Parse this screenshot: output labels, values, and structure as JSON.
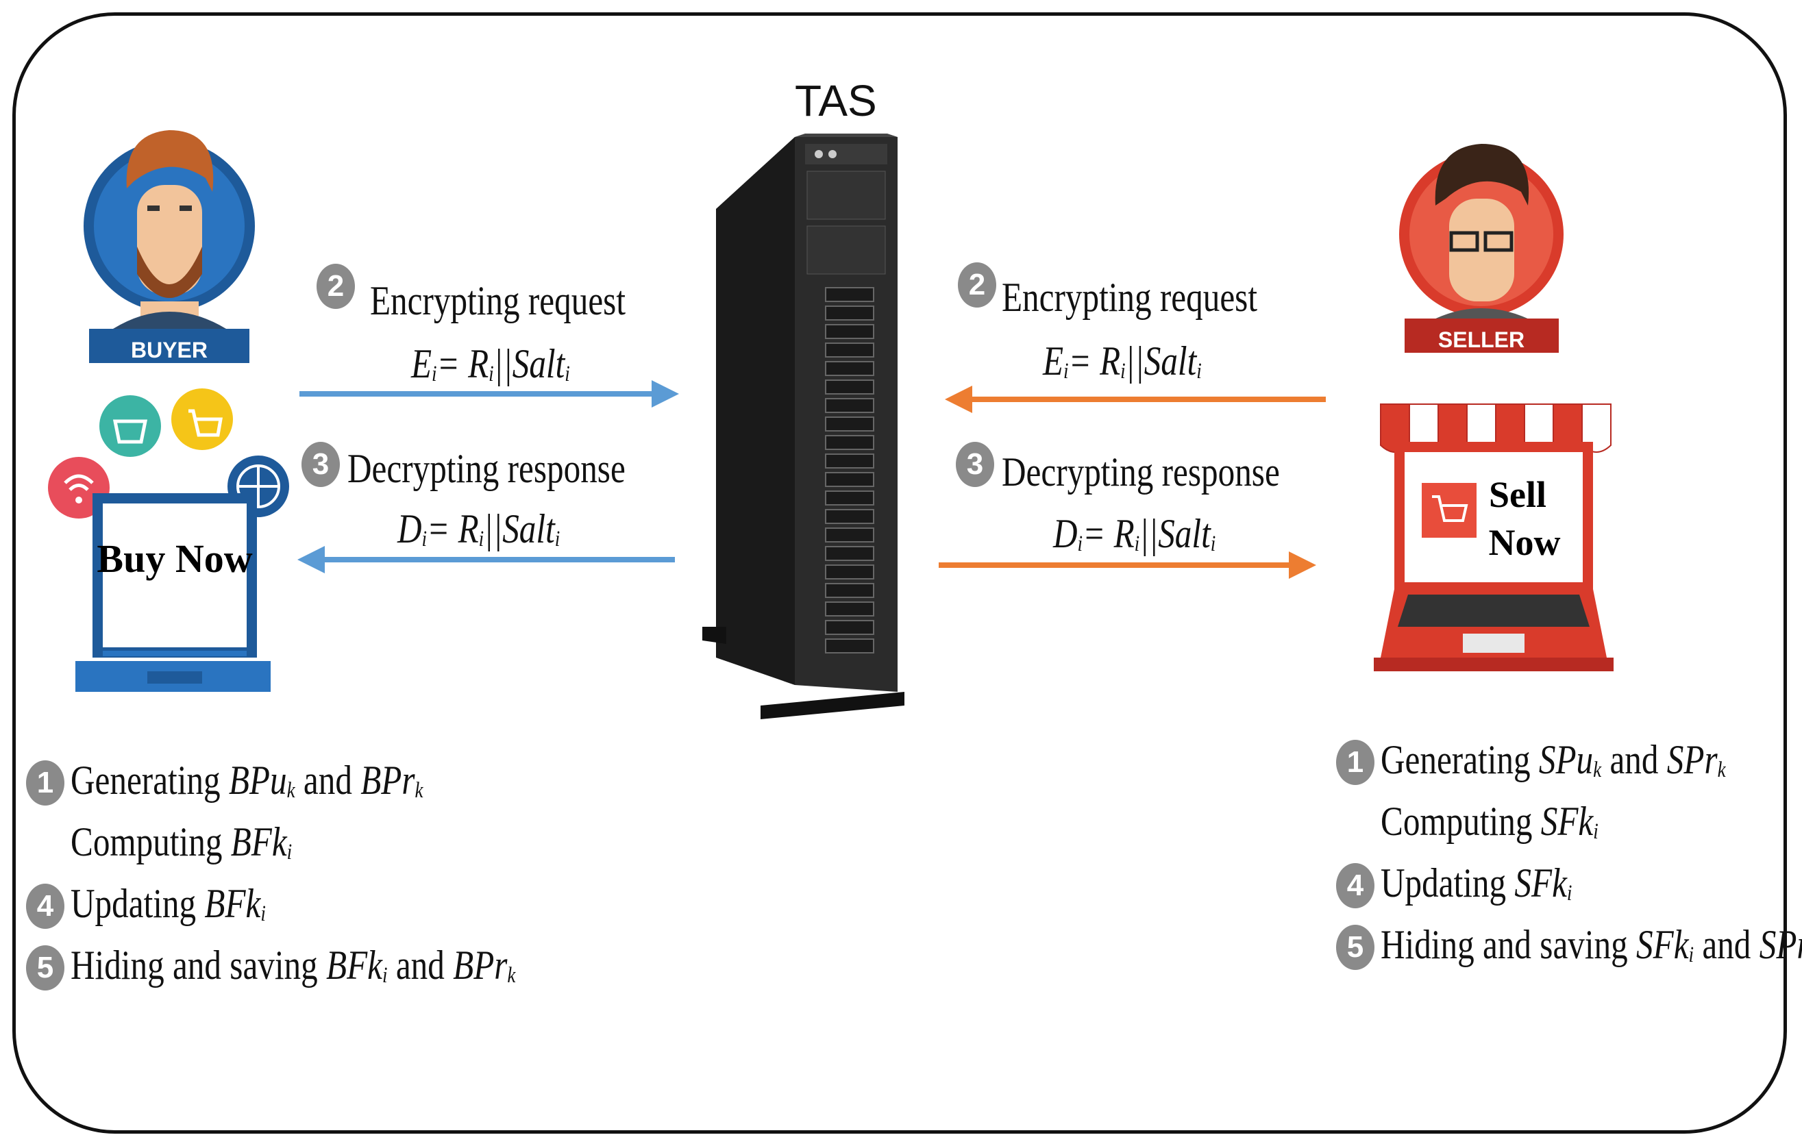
{
  "server": {
    "title": "TAS"
  },
  "buyer": {
    "badge": "BUYER",
    "screen": "Buy Now",
    "req_num": "2",
    "req_label": "Encrypting request",
    "req_eq": "Ei= Ri||Salti",
    "resp_num": "3",
    "resp_label": "Decrypting response",
    "resp_eq": "Di= Ri||Salti",
    "steps": [
      {
        "num": "1",
        "prefix": "Generating ",
        "v1": "BPu",
        "s1": "k",
        "mid": " and ",
        "v2": "BPr",
        "s2": "k"
      },
      {
        "num": "",
        "prefix": "Computing ",
        "v1": "BFk",
        "s1": "i",
        "mid": "",
        "v2": "",
        "s2": ""
      },
      {
        "num": "4",
        "prefix": "Updating ",
        "v1": "BFk",
        "s1": "i",
        "mid": "",
        "v2": "",
        "s2": ""
      },
      {
        "num": "5",
        "prefix": "Hiding and saving ",
        "v1": "BFk",
        "s1": "i",
        "mid": " and ",
        "v2": "BPr",
        "s2": "k"
      }
    ]
  },
  "seller": {
    "badge": "SELLER",
    "screen_line1": "Sell",
    "screen_line2": "Now",
    "req_num": "2",
    "req_label": "Encrypting request",
    "req_eq": "Ei= Ri||Salti",
    "resp_num": "3",
    "resp_label": "Decrypting response",
    "resp_eq": "Di= Ri||Salti",
    "steps": [
      {
        "num": "1",
        "prefix": "Generating ",
        "v1": "SPu",
        "s1": "k",
        "mid": " and ",
        "v2": "SPr",
        "s2": "k"
      },
      {
        "num": "",
        "prefix": "Computing ",
        "v1": "SFk",
        "s1": "i",
        "mid": "",
        "v2": "",
        "s2": ""
      },
      {
        "num": "4",
        "prefix": "Updating ",
        "v1": "SFk",
        "s1": "i",
        "mid": "",
        "v2": "",
        "s2": ""
      },
      {
        "num": "5",
        "prefix": "Hiding and saving ",
        "v1": "SFk",
        "s1": "i",
        "mid": " and ",
        "v2": "SPr",
        "s2": "k"
      }
    ]
  },
  "colors": {
    "blue_arrow": "#5b9bd5",
    "orange_arrow": "#ed7d31",
    "buyer_accent": "#1e5a9a",
    "seller_accent": "#d93b2b"
  }
}
